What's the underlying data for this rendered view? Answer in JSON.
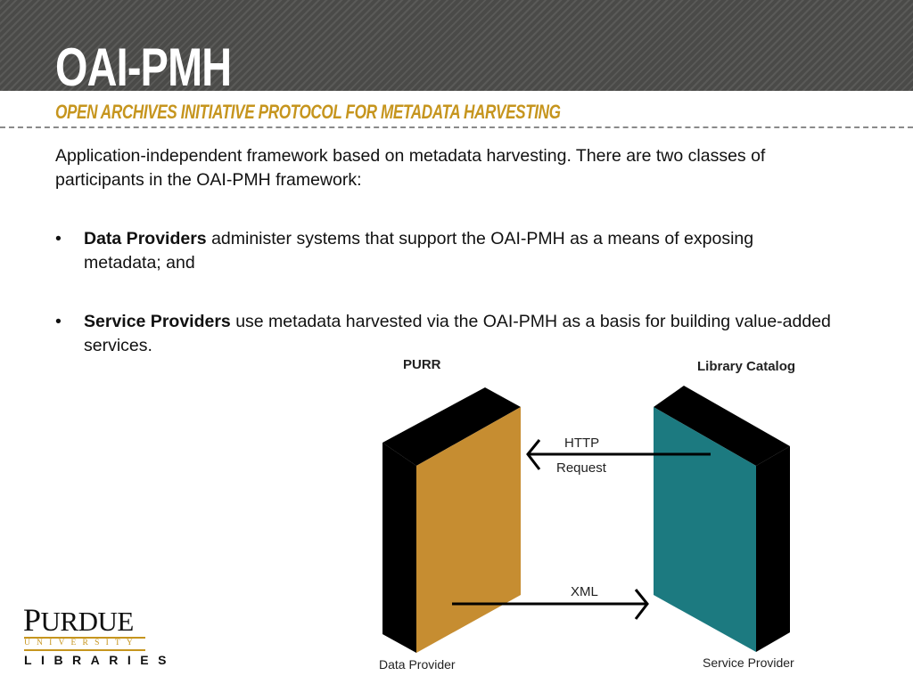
{
  "slide": {
    "title": "OAI-PMH",
    "subtitle": "OPEN ARCHIVES INITIATIVE PROTOCOL FOR METADATA HARVESTING"
  },
  "content": {
    "intro": "Application-independent framework based on metadata harvesting. There are two classes of participants in the OAI-PMH framework:",
    "bullets": [
      {
        "marker": "•",
        "term": "Data Providers",
        "text": " administer systems that support the OAI-PMH as a means of exposing metadata; and"
      },
      {
        "marker": "•",
        "term": "Service Providers",
        "text": " use metadata harvested via the OAI-PMH as a basis for building value-added services."
      }
    ]
  },
  "diagram": {
    "left_label": "PURR",
    "right_label": "Library Catalog",
    "request_line1": "HTTP",
    "request_line2": "Request",
    "response_label": "XML",
    "left_caption": "Data Provider",
    "right_caption": "Service Provider",
    "colors": {
      "left_panel": "#c68d31",
      "right_panel": "#1c7a80",
      "frame": "#000000"
    }
  },
  "logo": {
    "line1_initial": "P",
    "line1_rest": "URDUE",
    "line2": "UNIVERSITY",
    "line3": "LIBRARIES",
    "accent": "#c6951e"
  }
}
